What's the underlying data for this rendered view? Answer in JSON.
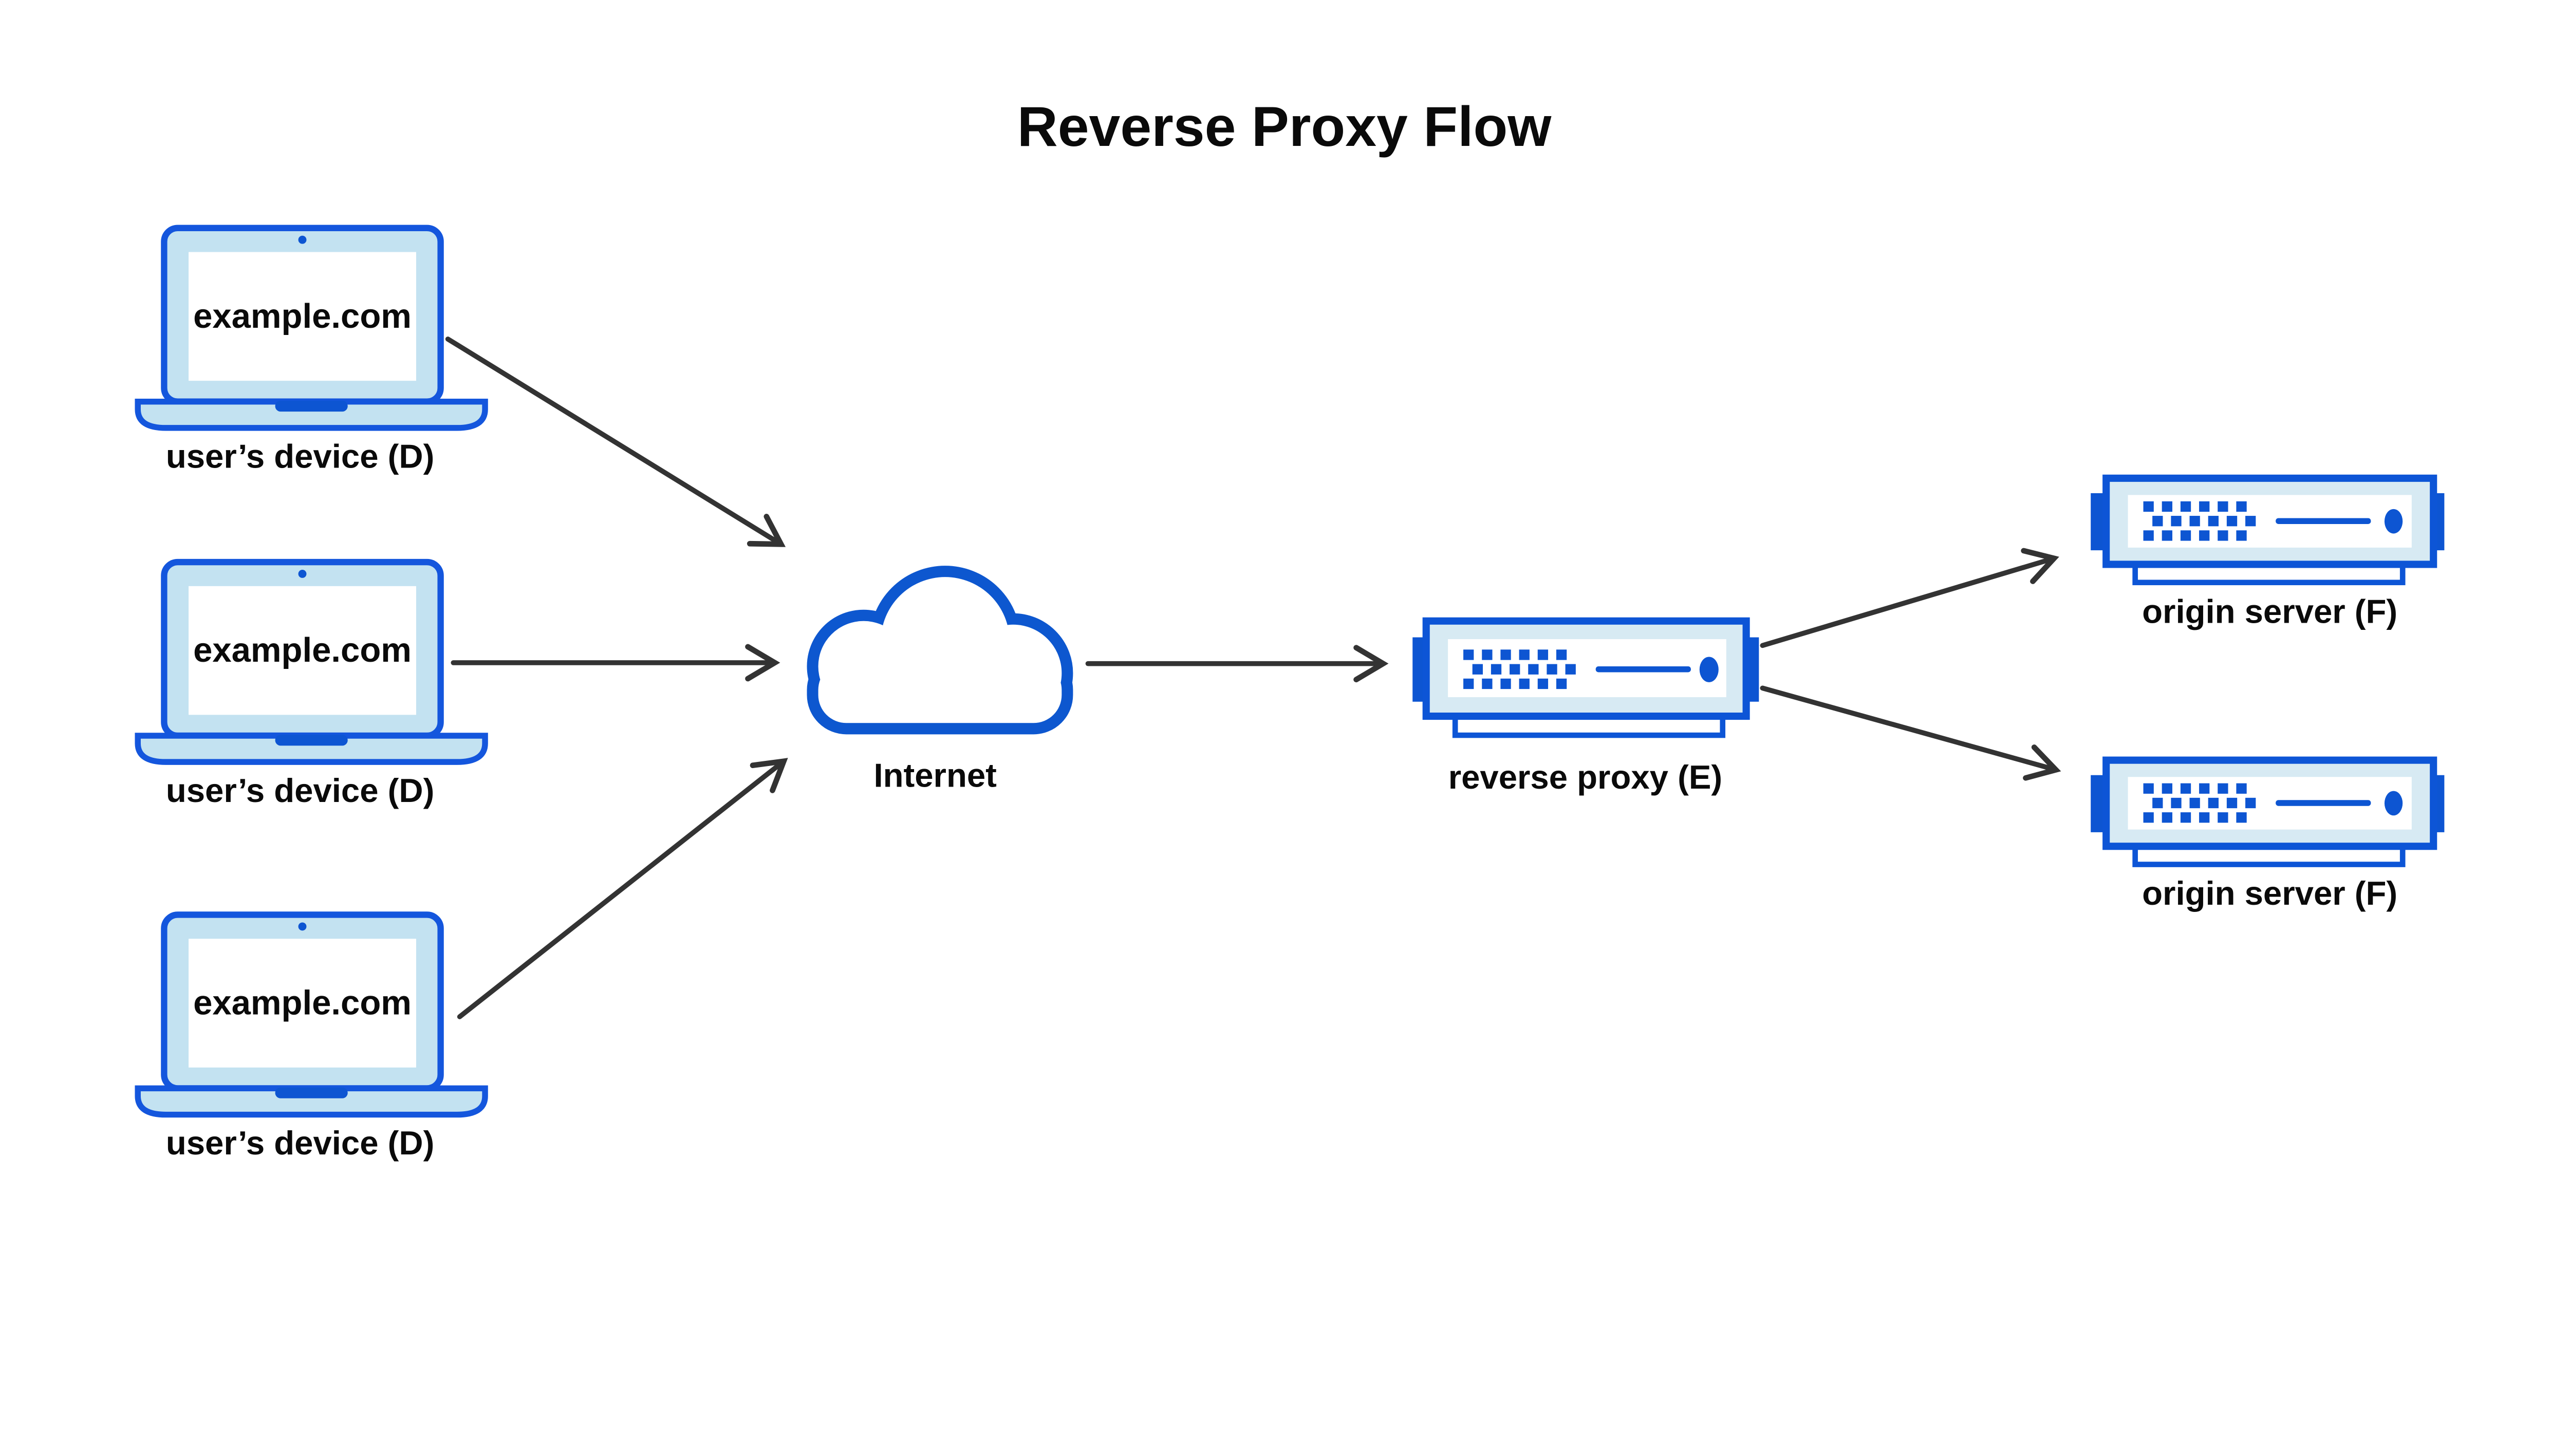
{
  "title": "Reverse Proxy Flow",
  "devices": [
    {
      "screen_text": "example.com",
      "label": "user’s device (D)"
    },
    {
      "screen_text": "example.com",
      "label": "user’s device (D)"
    },
    {
      "screen_text": "example.com",
      "label": "user’s device (D)"
    }
  ],
  "internet": {
    "label": "Internet"
  },
  "reverse_proxy": {
    "label": "reverse proxy (E)"
  },
  "origin_servers": [
    {
      "label": "origin server (F)"
    },
    {
      "label": "origin server (F)"
    }
  ],
  "colors": {
    "outline_blue": "#1456dd",
    "accent_blue": "#0d55d2",
    "laptop_bezel": "#c3e2f1",
    "server_bezel": "#d7eaf3",
    "cloud_blue": "#0d57cf",
    "arrow": "#333333",
    "text": "#0a0a0a",
    "background": "#ffffff"
  }
}
